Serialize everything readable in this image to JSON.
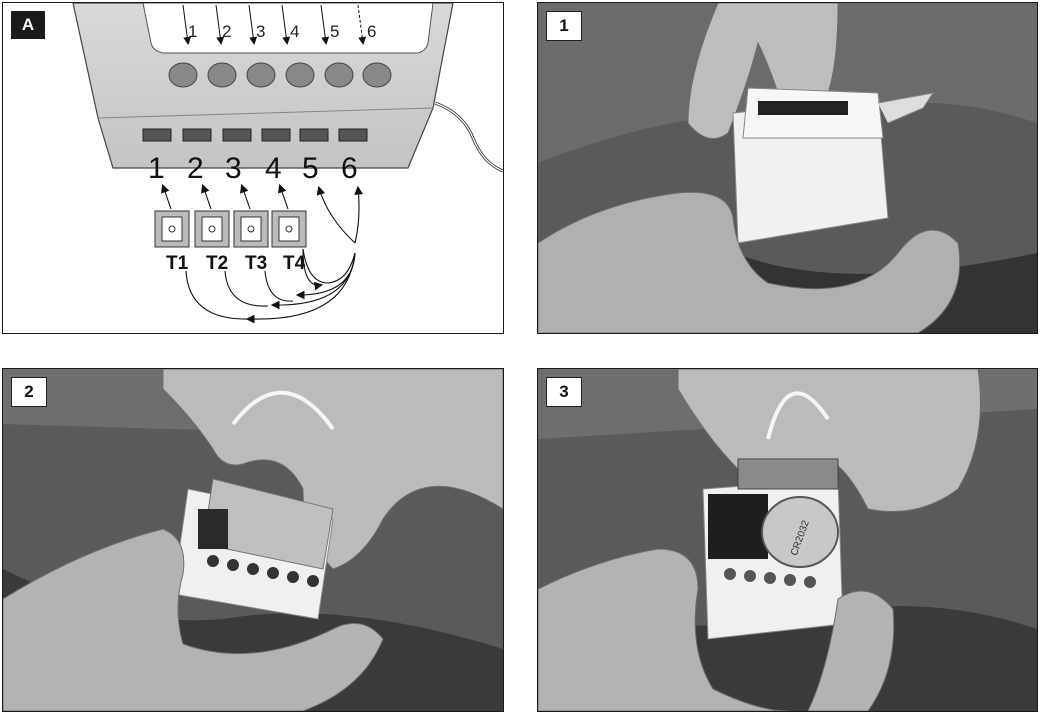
{
  "panels": {
    "a": {
      "tag": "A"
    },
    "p1": {
      "tag": "1"
    },
    "p2": {
      "tag": "2"
    },
    "p3": {
      "tag": "3"
    }
  },
  "diagram": {
    "top_numbers": [
      "1",
      "2",
      "3",
      "4",
      "5",
      "6"
    ],
    "terminal_numbers": [
      "1",
      "2",
      "3",
      "4",
      "5",
      "6"
    ],
    "button_labels": [
      "T1",
      "T2",
      "T3",
      "T4"
    ]
  },
  "photo3": {
    "battery_text": "CR2032"
  }
}
